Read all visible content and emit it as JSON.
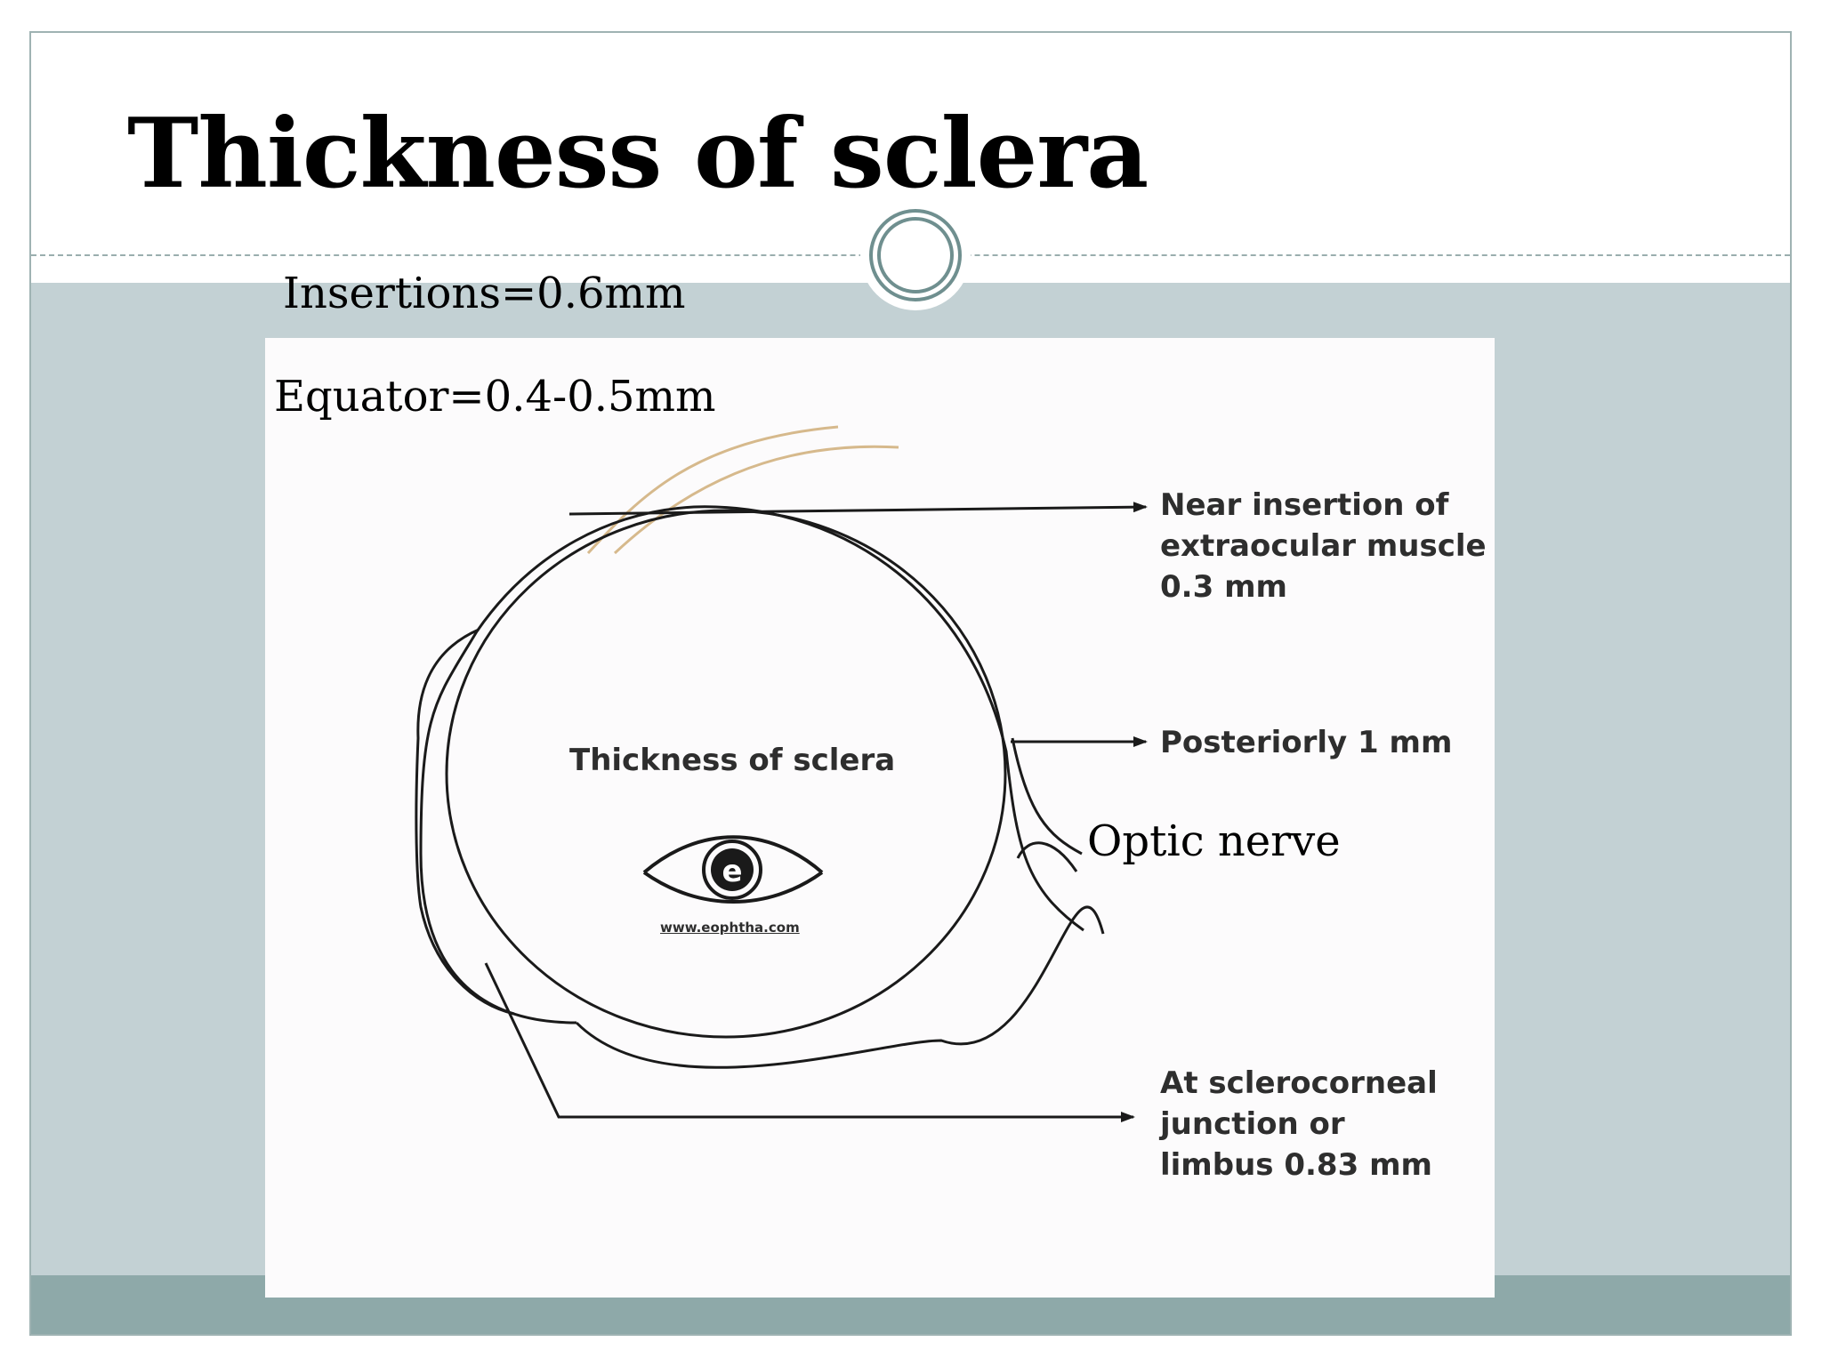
{
  "slide": {
    "title": "Thickness of sclera"
  },
  "annotations": {
    "insertions": "Insertions=0.6mm",
    "equator": "Equator=0.4-0.5mm",
    "optic_nerve": "Optic nerve"
  },
  "diagram": {
    "label": "Thickness of sclera",
    "logo_url": "www.eophtha.com",
    "callouts": {
      "near_insertion": [
        "Near insertion of",
        "extraocular muscle",
        "0.3 mm"
      ],
      "posteriorly": [
        "Posteriorly 1 mm"
      ],
      "limbus": [
        "At sclerocorneal",
        "junction or",
        "limbus 0.83 mm"
      ]
    }
  },
  "colors": {
    "body_band": "#c3d1d4",
    "footer_band": "#8ea9a9",
    "divider": "#9aaeae",
    "ornament_ring": "#6f8f8f",
    "muscle_lines": "#d6b98c",
    "diagram_text": "#2e2e2e"
  },
  "icons": [
    "eye-logo-icon",
    "divider-ring-icon"
  ]
}
